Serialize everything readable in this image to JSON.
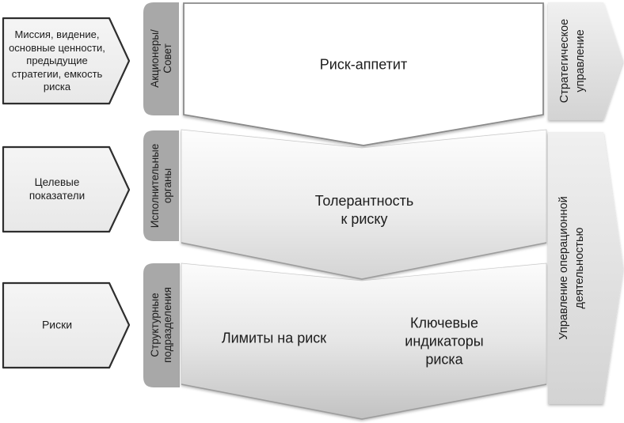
{
  "diagram": {
    "left_inputs": [
      {
        "label": "Миссия, видение,\nосновные ценности,\nпредыдущие\nстратегии, емкость\nриска"
      },
      {
        "label": "Целевые\nпоказатели"
      },
      {
        "label": "Риски"
      }
    ],
    "governance_levels": [
      {
        "label": "Акционеры/\nСовет"
      },
      {
        "label": "Исполнительные\nорганы"
      },
      {
        "label": "Структурные\nподразделения"
      }
    ],
    "risk_cascade": [
      {
        "label": "Риск-аппетит"
      },
      {
        "label": "Толерантность\nк риску"
      },
      {
        "labels": [
          "Лимиты на риск",
          "Ключевые\nиндикаторы\nриска"
        ]
      }
    ],
    "management_scopes": [
      {
        "label": "Стратегическое\nуправление"
      },
      {
        "label": "Управление операционной\nдеятельностью"
      }
    ],
    "colors": {
      "level_bar_fill": "#a8a8a8",
      "input_arrow_border": "#2e2e2e",
      "input_arrow_fill": "#efefef",
      "band_outline": "#8a8a8a",
      "text": "#1c1c1c",
      "background": "#ffffff"
    }
  }
}
